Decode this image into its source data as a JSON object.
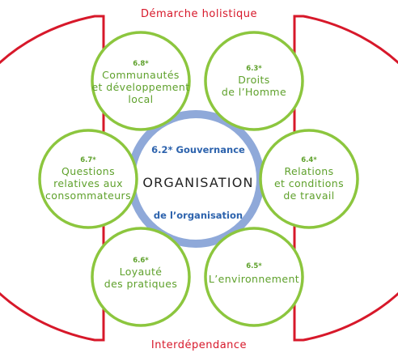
{
  "top_title": "Démarche holistique",
  "bottom_title": "Interdépendance",
  "center": {
    "governance_line1": "6.2* Gouvernance",
    "title": "ORGANISATION",
    "governance_line2": "de l’organisation"
  },
  "themes": [
    {
      "id": "communautes",
      "num": "6.8*",
      "lines": [
        "Communautés",
        "et développement",
        "local"
      ]
    },
    {
      "id": "droits",
      "num": "6.3*",
      "lines": [
        "Droits",
        "de l’Homme"
      ]
    },
    {
      "id": "consommateurs",
      "num": "6.7*",
      "lines": [
        "Questions",
        "relatives aux",
        "consommateurs"
      ]
    },
    {
      "id": "relations",
      "num": "6.4*",
      "lines": [
        "Relations",
        "et conditions",
        "de travail"
      ]
    },
    {
      "id": "loyaute",
      "num": "6.6*",
      "lines": [
        "Loyauté",
        "des pratiques"
      ]
    },
    {
      "id": "environnement",
      "num": "6.5*",
      "lines": [
        "L’environnement"
      ]
    }
  ],
  "colors": {
    "red": "#d7182a",
    "green": "#8cc63e",
    "label_green": "#5fa12c",
    "blue_ring": "#8fa9d9",
    "blue_text": "#2d63ad",
    "dark_text": "#222222"
  }
}
